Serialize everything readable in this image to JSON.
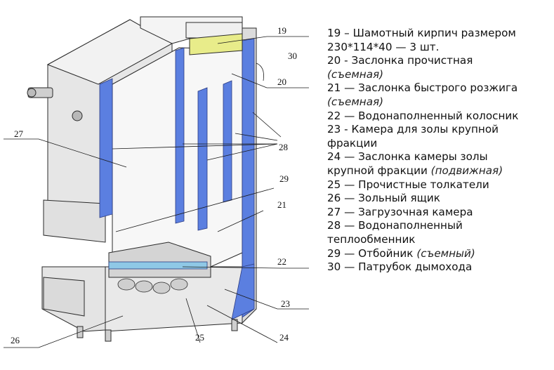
{
  "callouts": [
    {
      "id": "19",
      "label": "19"
    },
    {
      "id": "30",
      "label": "30"
    },
    {
      "id": "20",
      "label": "20"
    },
    {
      "id": "27",
      "label": "27"
    },
    {
      "id": "28",
      "label": "28"
    },
    {
      "id": "29",
      "label": "29"
    },
    {
      "id": "21",
      "label": "21"
    },
    {
      "id": "22",
      "label": "22"
    },
    {
      "id": "23",
      "label": "23"
    },
    {
      "id": "26",
      "label": "26"
    },
    {
      "id": "25",
      "label": "25"
    },
    {
      "id": "24",
      "label": "24"
    }
  ],
  "legend": {
    "e19": {
      "num": "19",
      "text": " – Шамотный кирпич размером",
      "cont": "230*114*40 — 3 шт."
    },
    "e20": {
      "num": "20",
      "text": " - Заслонка прочистная",
      "note": "(съемная)"
    },
    "e21": {
      "num": "21",
      "text": " — Заслонка быстрого розжига",
      "note": "(съемная)"
    },
    "e22": {
      "num": "22",
      "text": " — Водонаполненный колосник"
    },
    "e23": {
      "num": "23",
      "text": " - Камера для золы крупной",
      "cont": "фракции"
    },
    "e24": {
      "num": "24",
      "text": " — Заслонка камеры золы",
      "cont": "крупной фракции ",
      "note": "(подвижная)"
    },
    "e25": {
      "num": "25",
      "text": " — Прочистные толкатели"
    },
    "e26": {
      "num": "26",
      "text": " — Зольный ящик"
    },
    "e27": {
      "num": "27",
      "text": " — Загрузочная камера"
    },
    "e28": {
      "num": "28",
      "text": " — Водонаполненный",
      "cont": "теплообменник"
    },
    "e29": {
      "num": "29",
      "text": " — Отбойник ",
      "note": "(съемный)"
    },
    "e30": {
      "num": "30",
      "text": " — Патрубок дымохода"
    }
  },
  "colors": {
    "water_jacket": "#5b7fe0",
    "firebrick": "#e8ec8a",
    "grate_bar": "#8fc8e6",
    "outline": "#2a2a2a",
    "body_fill": "#ececec"
  }
}
